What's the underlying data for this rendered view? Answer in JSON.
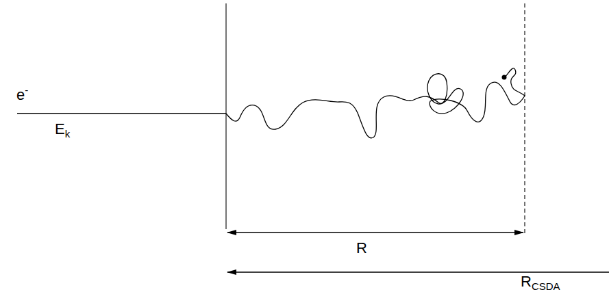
{
  "diagram": {
    "labels": [
      "e-",
      "Ek",
      "R",
      "RCSDA"
    ]
  }
}
